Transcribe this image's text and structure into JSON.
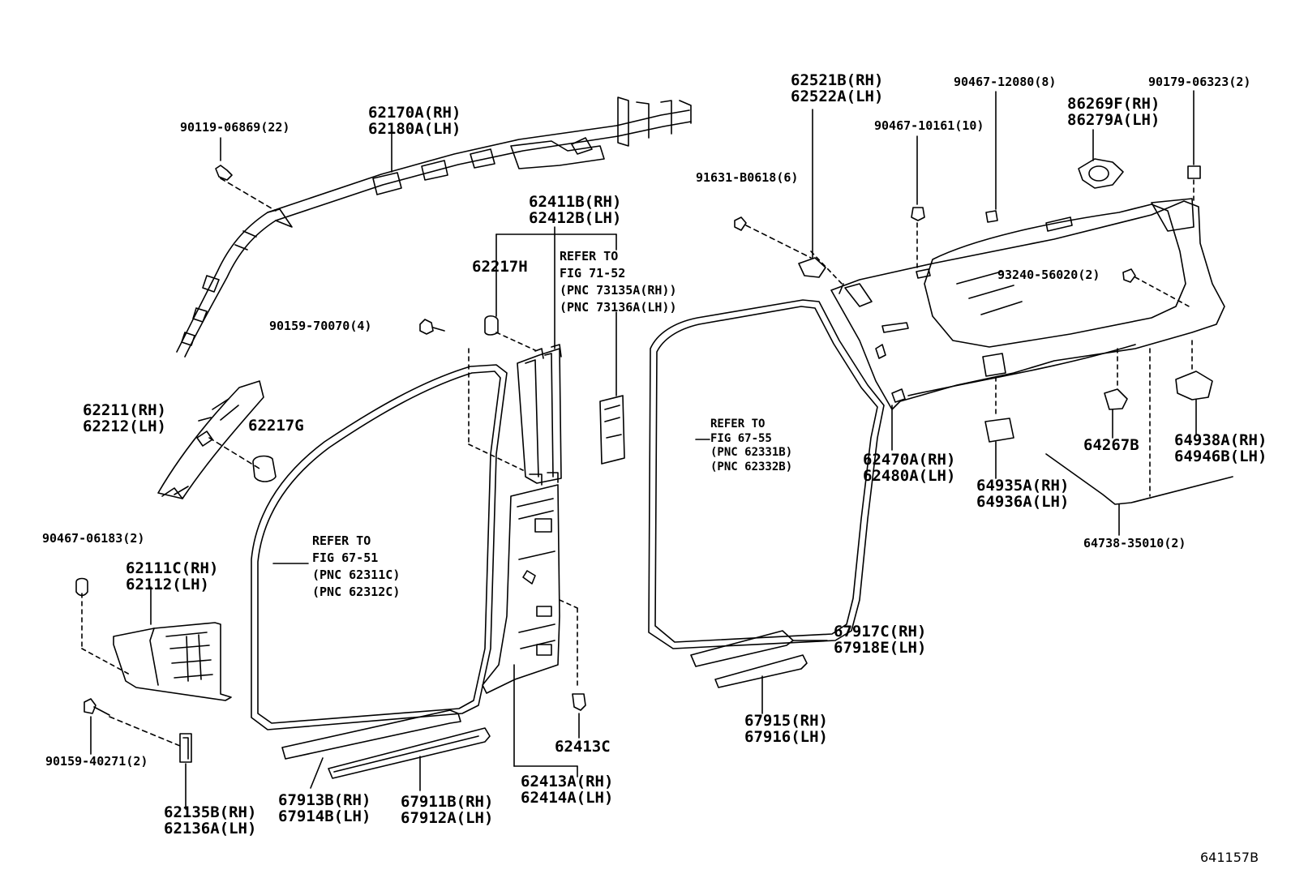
{
  "diagram_id": "641157B",
  "labels": {
    "l_90119": [
      "90119-06869(22)"
    ],
    "l_62170": [
      "62170A(RH)",
      "62180A(LH)"
    ],
    "l_62411": [
      "62411B(RH)",
      "62412B(LH)"
    ],
    "l_62217h": [
      "62217H"
    ],
    "l_ref7152": [
      "REFER TO",
      "FIG 71-52",
      "(PNC 73135A(RH))",
      "(PNC 73136A(LH))"
    ],
    "l_90159_70070": [
      "90159-70070(4)"
    ],
    "l_62211": [
      "62211(RH)",
      "62212(LH)"
    ],
    "l_62217g": [
      "62217G"
    ],
    "l_90467_06183": [
      "90467-06183(2)"
    ],
    "l_62111": [
      "62111C(RH)",
      "62112(LH)"
    ],
    "l_ref6751": [
      "REFER TO",
      "FIG 67-51",
      "(PNC 62311C)",
      "(PNC 62312C)"
    ],
    "l_90159_40271": [
      "90159-40271(2)"
    ],
    "l_62135": [
      "62135B(RH)",
      "62136A(LH)"
    ],
    "l_67913": [
      "67913B(RH)",
      "67914B(LH)"
    ],
    "l_67911": [
      "67911B(RH)",
      "67912A(LH)"
    ],
    "l_62413c": [
      "62413C"
    ],
    "l_62413a": [
      "62413A(RH)",
      "62414A(LH)"
    ],
    "l_62521": [
      "62521B(RH)",
      "62522A(LH)"
    ],
    "l_90467_12080": [
      "90467-12080(8)"
    ],
    "l_90179": [
      "90179-06323(2)"
    ],
    "l_86269": [
      "86269F(RH)",
      "86279A(LH)"
    ],
    "l_90467_10161": [
      "90467-10161(10)"
    ],
    "l_91631": [
      "91631-B0618(6)"
    ],
    "l_93240": [
      "93240-56020(2)"
    ],
    "l_ref6755": [
      "REFER TO",
      "FIG 67-55",
      "(PNC 62331B)",
      "(PNC 62332B)"
    ],
    "l_62470": [
      "62470A(RH)",
      "62480A(LH)"
    ],
    "l_64267": [
      "64267B"
    ],
    "l_64938": [
      "64938A(RH)",
      "64946B(LH)"
    ],
    "l_64935": [
      "64935A(RH)",
      "64936A(LH)"
    ],
    "l_64738": [
      "64738-35010(2)"
    ],
    "l_67917": [
      "67917C(RH)",
      "67918E(LH)"
    ],
    "l_67915": [
      "67915(RH)",
      "67916(LH)"
    ]
  }
}
